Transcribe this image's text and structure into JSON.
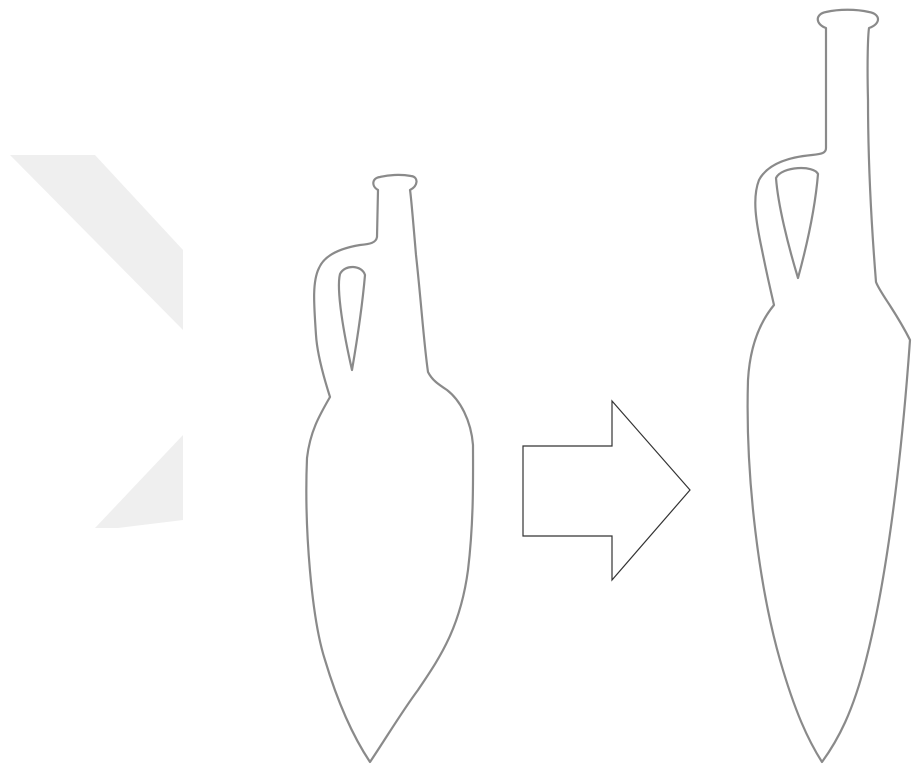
{
  "colors": {
    "background": "#ffffff",
    "outline": "#8a8a8a",
    "arrow_stroke": "#333333",
    "watermark": "#efefef"
  },
  "figure": {
    "watermark_icon": "faint-chevron-watermark",
    "source_vessel_icon": "amphora-outline",
    "transform_arrow_icon": "right-arrow",
    "target_vessel_icon": "elongated-amphora-outline"
  }
}
